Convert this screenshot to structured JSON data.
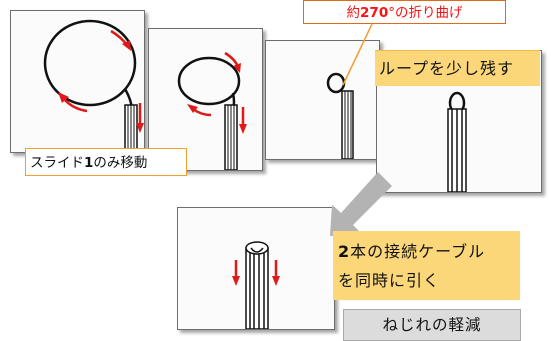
{
  "labels": {
    "slide": {
      "num": "1",
      "text": "スライド1のみ移動"
    },
    "bend": {
      "num": "270",
      "text": "約270°の折り曲げ"
    },
    "loop": "ループを少し残す",
    "pull_line1": "2本の接続ケーブル",
    "pull_line2": "を同時に引く",
    "reduce": "ねじれの軽減"
  },
  "colors": {
    "arrow_red": "#e01a1a",
    "callout_orange": "#f0a030",
    "highlight_yellow": "#fbd77a",
    "gray_arrow": "#b3b3b3"
  }
}
